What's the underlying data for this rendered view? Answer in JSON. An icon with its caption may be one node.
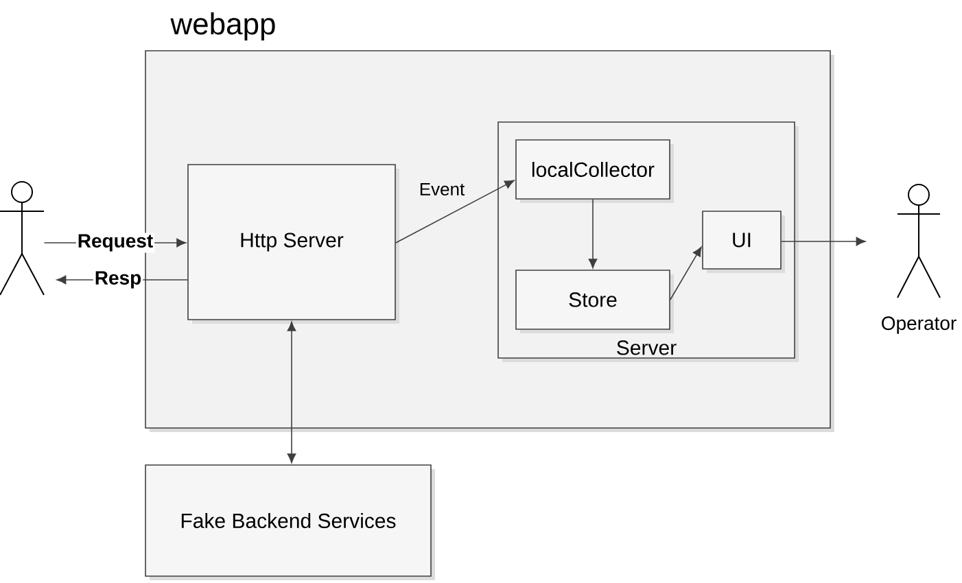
{
  "diagram": {
    "nodes": [
      {
        "text": [
          "webapp"
        ]
      },
      {
        "text": [
          "Http Server"
        ],
        "in": 0
      },
      {
        "text": [
          "Server"
        ],
        "in": 0
      },
      {
        "text": [
          "localCollector"
        ],
        "in": 2
      },
      {
        "text": [
          "Store"
        ],
        "in": 2
      },
      {
        "text": [
          "UI"
        ],
        "in": 2
      },
      {
        "text": [
          "Fake Backend Services"
        ]
      },
      {
        "text": [],
        "shape": "person"
      },
      {
        "text": [],
        "shape": "person",
        "beside": [
          "Operator"
        ]
      }
    ],
    "edges": [
      {
        "from": 7,
        "to": 1,
        "arrow": "to",
        "label": "Request"
      },
      {
        "from": 1,
        "to": 7,
        "arrow": "to",
        "label": "Resp"
      },
      {
        "from": 1,
        "to": 3,
        "arrow": "to",
        "label": "Event"
      },
      {
        "from": 3,
        "to": 4,
        "arrow": "to"
      },
      {
        "from": 4,
        "to": 5,
        "arrow": "to"
      },
      {
        "from": 5,
        "to": 8,
        "arrow": "to"
      },
      {
        "from": 1,
        "to": 6,
        "arrow": "both"
      }
    ]
  }
}
